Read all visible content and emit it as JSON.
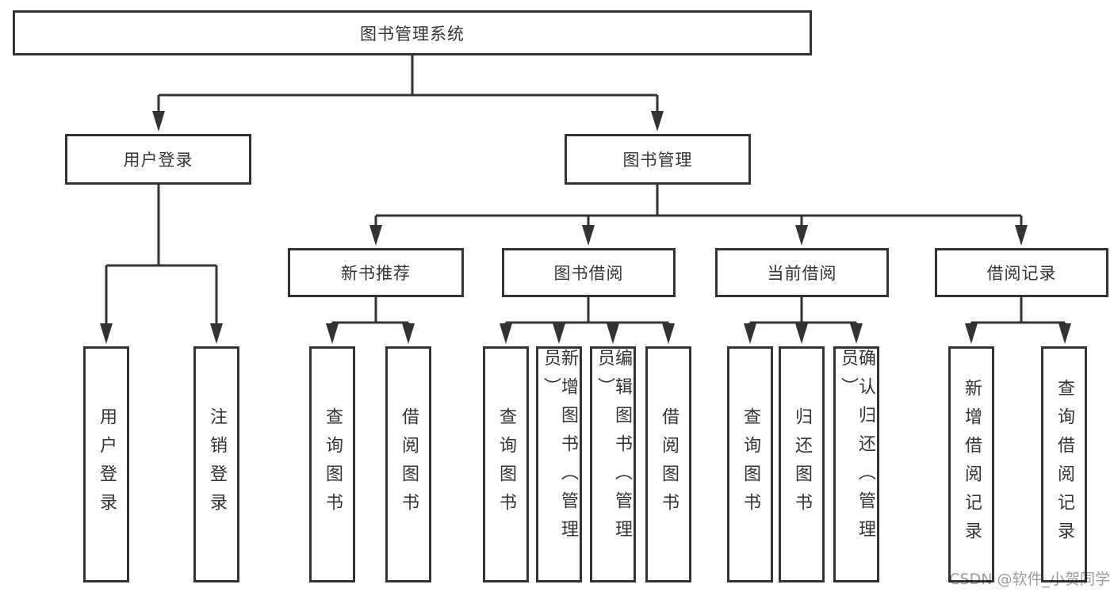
{
  "nodes": {
    "root": "图书管理系统",
    "user_login": "用户登录",
    "book_management": "图书管理",
    "new_book_recommend": "新书推荐",
    "book_borrowing": "图书借阅",
    "current_borrowing": "当前借阅",
    "borrowing_records": "借阅记录",
    "leaf_user_login": "用户登录",
    "leaf_logout": "注销登录",
    "leaf_recommend_query_book": "查询图书",
    "leaf_recommend_borrow_book": "借阅图书",
    "leaf_borrowing_query_book": "查询图书",
    "leaf_borrowing_add_book": "新增图书（管理员）",
    "leaf_borrowing_edit_book": "编辑图书（管理员）",
    "leaf_borrowing_borrow_book": "借阅图书",
    "leaf_current_query_book": "查询图书",
    "leaf_current_return_book": "归还图书",
    "leaf_current_confirm_return": "确认归还（管理员）",
    "leaf_records_add_record": "新增借阅记录",
    "leaf_records_query_record": "查询借阅记录"
  },
  "watermark": {
    "text": "CSDN @软件_小贺同学"
  },
  "colors": {
    "line": "#333333",
    "box_border": "#333333",
    "box_fill": "#ffffff",
    "text": "#333333",
    "watermark": "#9b9b9b"
  }
}
